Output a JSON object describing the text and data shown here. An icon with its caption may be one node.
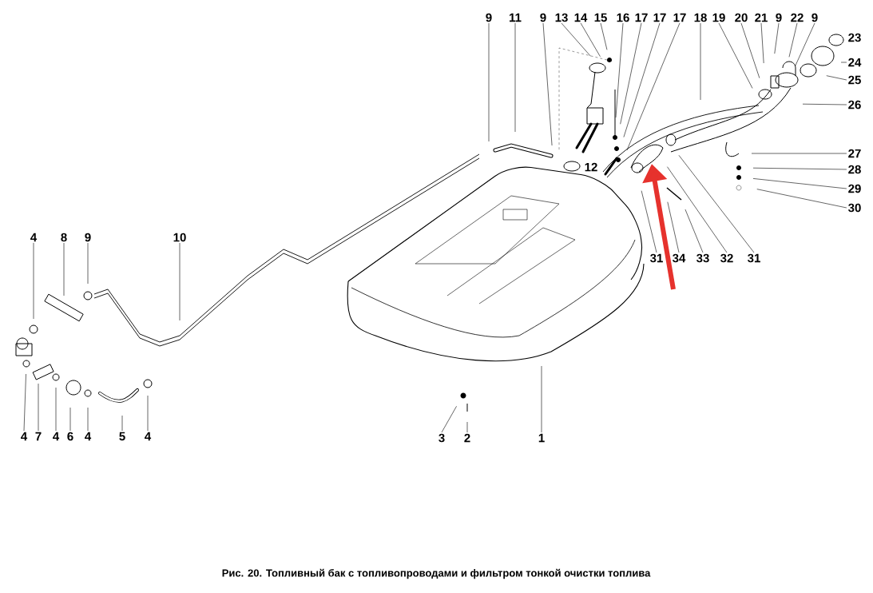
{
  "diagram": {
    "caption": "Рис. 20. Топливный бак с топливопроводами и фильтром тонкой очистки топлива",
    "nodes": [
      {
        "text": [
          "9"
        ]
      },
      {
        "text": [
          "11"
        ]
      },
      {
        "text": [
          "9"
        ]
      },
      {
        "text": [
          "13"
        ]
      },
      {
        "text": [
          "14"
        ]
      },
      {
        "text": [
          "15"
        ]
      },
      {
        "text": [
          "16"
        ]
      },
      {
        "text": [
          "17"
        ]
      },
      {
        "text": [
          "17"
        ]
      },
      {
        "text": [
          "17"
        ]
      },
      {
        "text": [
          "18"
        ]
      },
      {
        "text": [
          "19"
        ]
      },
      {
        "text": [
          "20"
        ]
      },
      {
        "text": [
          "21"
        ]
      },
      {
        "text": [
          "9"
        ]
      },
      {
        "text": [
          "22"
        ]
      },
      {
        "text": [
          "9"
        ]
      },
      {
        "text": [
          "24"
        ]
      },
      {
        "text": [
          "25"
        ]
      },
      {
        "text": [
          "26"
        ]
      },
      {
        "text": [
          "27"
        ]
      },
      {
        "text": [
          "28"
        ]
      },
      {
        "text": [
          "29"
        ]
      },
      {
        "text": [
          "30"
        ]
      },
      {
        "text": [
          "4"
        ]
      },
      {
        "text": [
          "8"
        ]
      },
      {
        "text": [
          "9"
        ]
      },
      {
        "text": [
          "10"
        ]
      },
      {
        "text": [
          "31"
        ]
      },
      {
        "text": [
          "34"
        ]
      },
      {
        "text": [
          "33"
        ]
      },
      {
        "text": [
          "32"
        ]
      },
      {
        "text": [
          "31"
        ]
      },
      {
        "text": [
          "4"
        ]
      },
      {
        "text": [
          "7"
        ]
      },
      {
        "text": [
          "4"
        ]
      },
      {
        "text": [
          "6"
        ]
      },
      {
        "text": [
          "4"
        ]
      },
      {
        "text": [
          "5"
        ]
      },
      {
        "text": [
          "4"
        ]
      },
      {
        "text": [
          "3"
        ]
      },
      {
        "text": [
          "2"
        ]
      },
      {
        "text": [
          "1"
        ]
      }
    ],
    "edges": [
      {
        "from": 0,
        "to": null,
        "arrow": "none"
      },
      {
        "from": 1,
        "to": null,
        "arrow": "none"
      },
      {
        "from": 2,
        "to": null,
        "arrow": "none"
      },
      {
        "from": 3,
        "to": null,
        "arrow": "none"
      },
      {
        "from": 4,
        "to": null,
        "arrow": "none"
      },
      {
        "from": 5,
        "to": null,
        "arrow": "none"
      },
      {
        "from": 6,
        "to": null,
        "arrow": "none"
      },
      {
        "from": 7,
        "to": null,
        "arrow": "none"
      },
      {
        "from": 8,
        "to": null,
        "arrow": "none"
      },
      {
        "from": 9,
        "to": null,
        "arrow": "none"
      },
      {
        "from": 10,
        "to": null,
        "arrow": "none"
      },
      {
        "from": 11,
        "to": null,
        "arrow": "none"
      },
      {
        "from": 12,
        "to": null,
        "arrow": "none"
      },
      {
        "from": 13,
        "to": null,
        "arrow": "none"
      },
      {
        "from": 14,
        "to": null,
        "arrow": "none"
      },
      {
        "from": 15,
        "to": null,
        "arrow": "none"
      },
      {
        "from": 16,
        "to": null,
        "arrow": "none"
      },
      {
        "from": 17,
        "to": null,
        "arrow": "none"
      },
      {
        "from": 18,
        "to": null,
        "arrow": "none"
      },
      {
        "from": 19,
        "to": null,
        "arrow": "none"
      },
      {
        "from": 20,
        "to": null,
        "arrow": "none"
      },
      {
        "from": 21,
        "to": null,
        "arrow": "none"
      },
      {
        "from": 22,
        "to": null,
        "arrow": "none"
      },
      {
        "from": 23,
        "to": null,
        "arrow": "none"
      },
      {
        "from": 24,
        "to": null,
        "arrow": "none"
      },
      {
        "from": 25,
        "to": null,
        "arrow": "none"
      },
      {
        "from": 26,
        "to": null,
        "arrow": "none"
      },
      {
        "from": 27,
        "to": null,
        "arrow": "none"
      },
      {
        "from": 28,
        "to": null,
        "arrow": "none"
      },
      {
        "from": 29,
        "to": null,
        "arrow": "none"
      },
      {
        "from": 30,
        "to": null,
        "arrow": "none"
      },
      {
        "from": 31,
        "to": null,
        "arrow": "none"
      },
      {
        "from": 32,
        "to": null,
        "arrow": "none"
      },
      {
        "from": 33,
        "to": null,
        "arrow": "none"
      },
      {
        "from": 34,
        "to": null,
        "arrow": "none"
      },
      {
        "from": 35,
        "to": null,
        "arrow": "none"
      },
      {
        "from": 36,
        "to": null,
        "arrow": "none"
      },
      {
        "from": 37,
        "to": null,
        "arrow": "none"
      },
      {
        "from": 38,
        "to": null,
        "arrow": "none"
      },
      {
        "from": 39,
        "to": null,
        "arrow": "none"
      },
      {
        "from": 40,
        "to": null,
        "arrow": "none"
      },
      {
        "from": 41,
        "to": null,
        "arrow": "none"
      },
      {
        "from": 42,
        "to": null,
        "arrow": "none"
      }
    ],
    "labels": [
      "12",
      "23"
    ]
  }
}
